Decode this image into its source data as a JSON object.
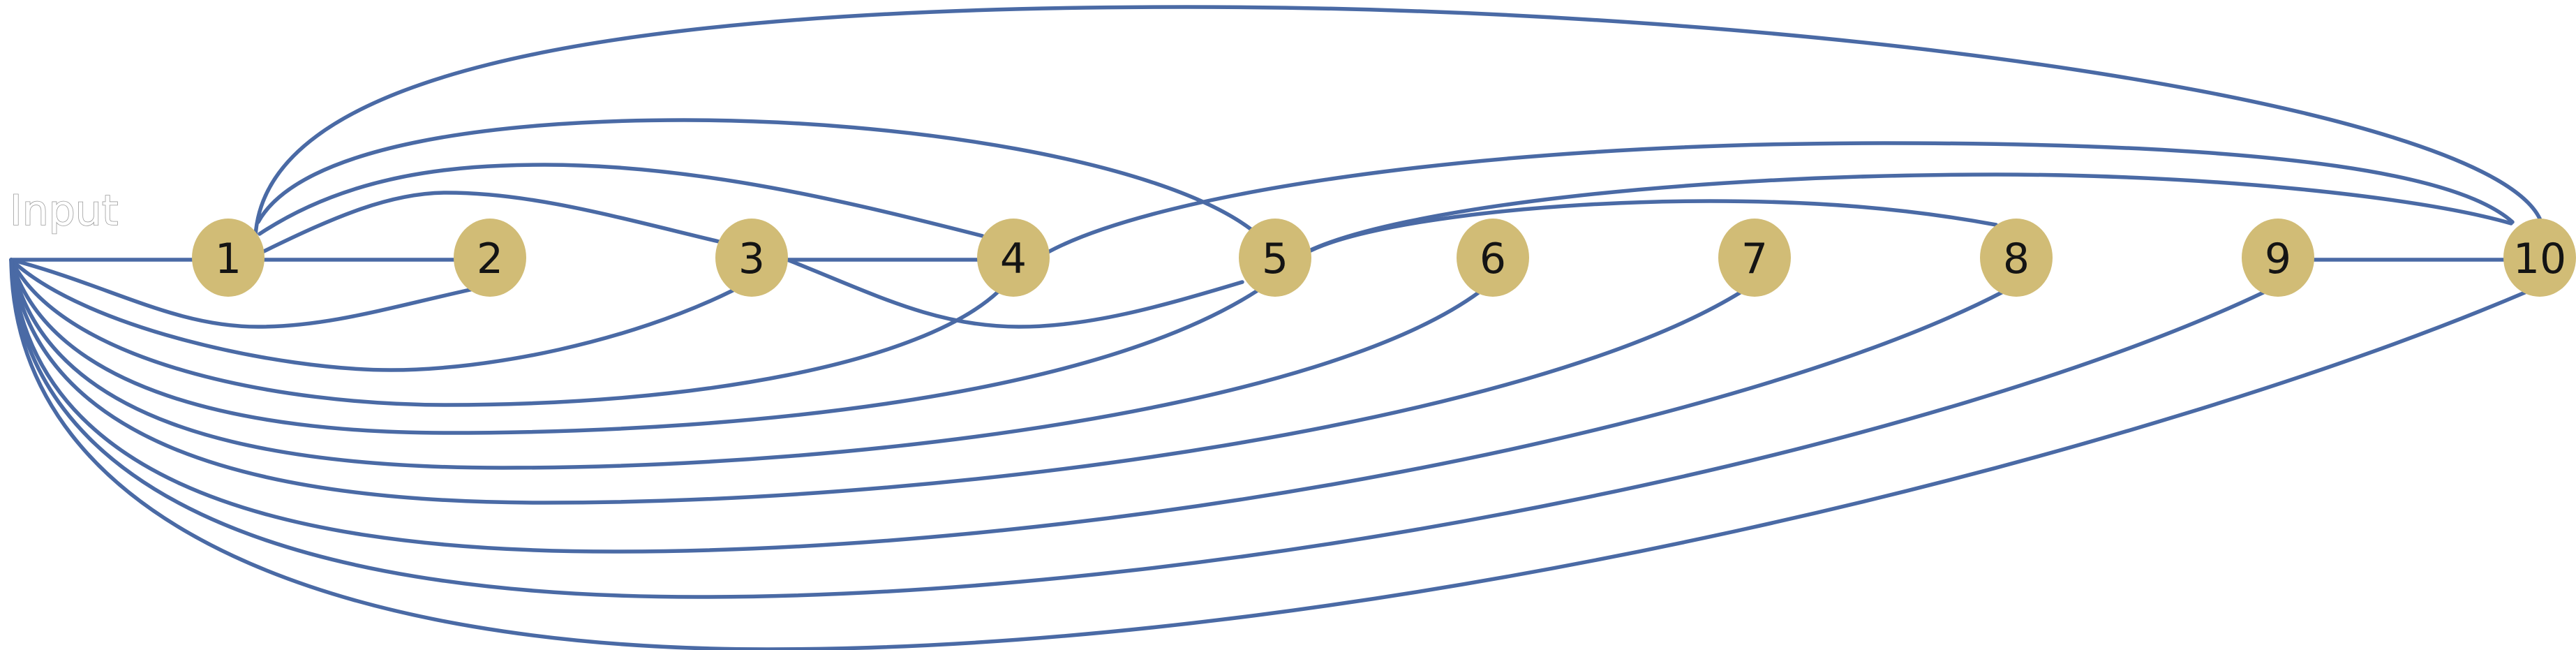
{
  "diagram": {
    "input_label": "Input",
    "edge_color": "#4a6aa5",
    "node_color": "#d1bc76",
    "nodes": [
      {
        "id": "1",
        "label": "1"
      },
      {
        "id": "2",
        "label": "2"
      },
      {
        "id": "3",
        "label": "3"
      },
      {
        "id": "4",
        "label": "4"
      },
      {
        "id": "5",
        "label": "5"
      },
      {
        "id": "6",
        "label": "6"
      },
      {
        "id": "7",
        "label": "7"
      },
      {
        "id": "8",
        "label": "8"
      },
      {
        "id": "9",
        "label": "9"
      },
      {
        "id": "10",
        "label": "10"
      }
    ],
    "edges": [
      {
        "from": "Input",
        "to": "1"
      },
      {
        "from": "Input",
        "to": "2"
      },
      {
        "from": "Input",
        "to": "3"
      },
      {
        "from": "Input",
        "to": "4"
      },
      {
        "from": "Input",
        "to": "5"
      },
      {
        "from": "Input",
        "to": "6"
      },
      {
        "from": "Input",
        "to": "7"
      },
      {
        "from": "Input",
        "to": "8"
      },
      {
        "from": "Input",
        "to": "9"
      },
      {
        "from": "Input",
        "to": "10"
      },
      {
        "from": "1",
        "to": "2"
      },
      {
        "from": "1",
        "to": "3"
      },
      {
        "from": "1",
        "to": "4"
      },
      {
        "from": "1",
        "to": "5"
      },
      {
        "from": "1",
        "to": "10"
      },
      {
        "from": "3",
        "to": "4"
      },
      {
        "from": "3",
        "to": "5"
      },
      {
        "from": "4",
        "to": "10"
      },
      {
        "from": "5",
        "to": "8"
      },
      {
        "from": "5",
        "to": "10"
      },
      {
        "from": "9",
        "to": "10"
      }
    ]
  }
}
